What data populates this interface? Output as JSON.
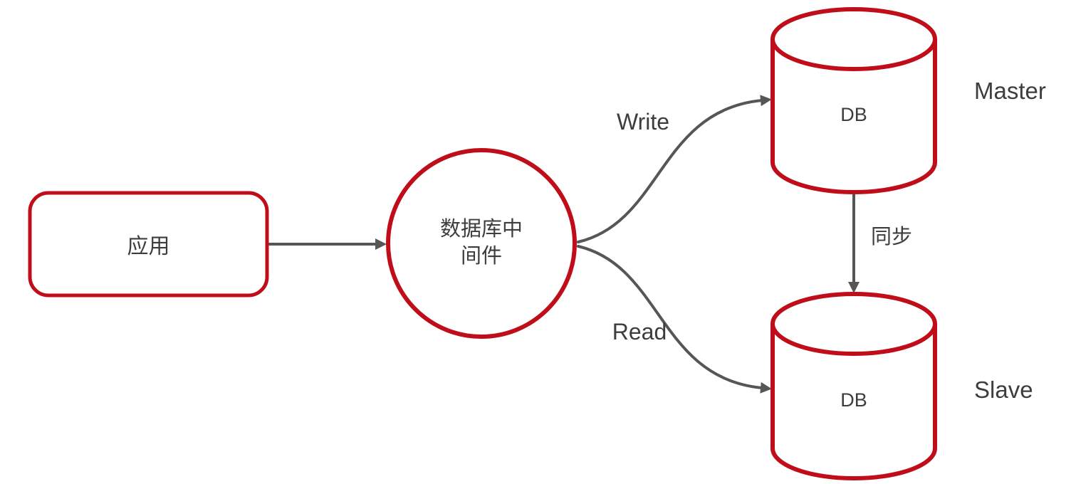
{
  "colors": {
    "shape_border": "#c00d1a",
    "connector": "#565656",
    "text": "#3d3d3d",
    "background": "#ffffff"
  },
  "nodes": {
    "app": {
      "label": "应用"
    },
    "middleware": {
      "label": "数据库中\n间件"
    },
    "master": {
      "db_label": "DB",
      "name": "Master"
    },
    "slave": {
      "db_label": "DB",
      "name": "Slave"
    }
  },
  "edges": {
    "write": {
      "label": "Write"
    },
    "read": {
      "label": "Read"
    },
    "sync": {
      "label": "同步"
    }
  }
}
